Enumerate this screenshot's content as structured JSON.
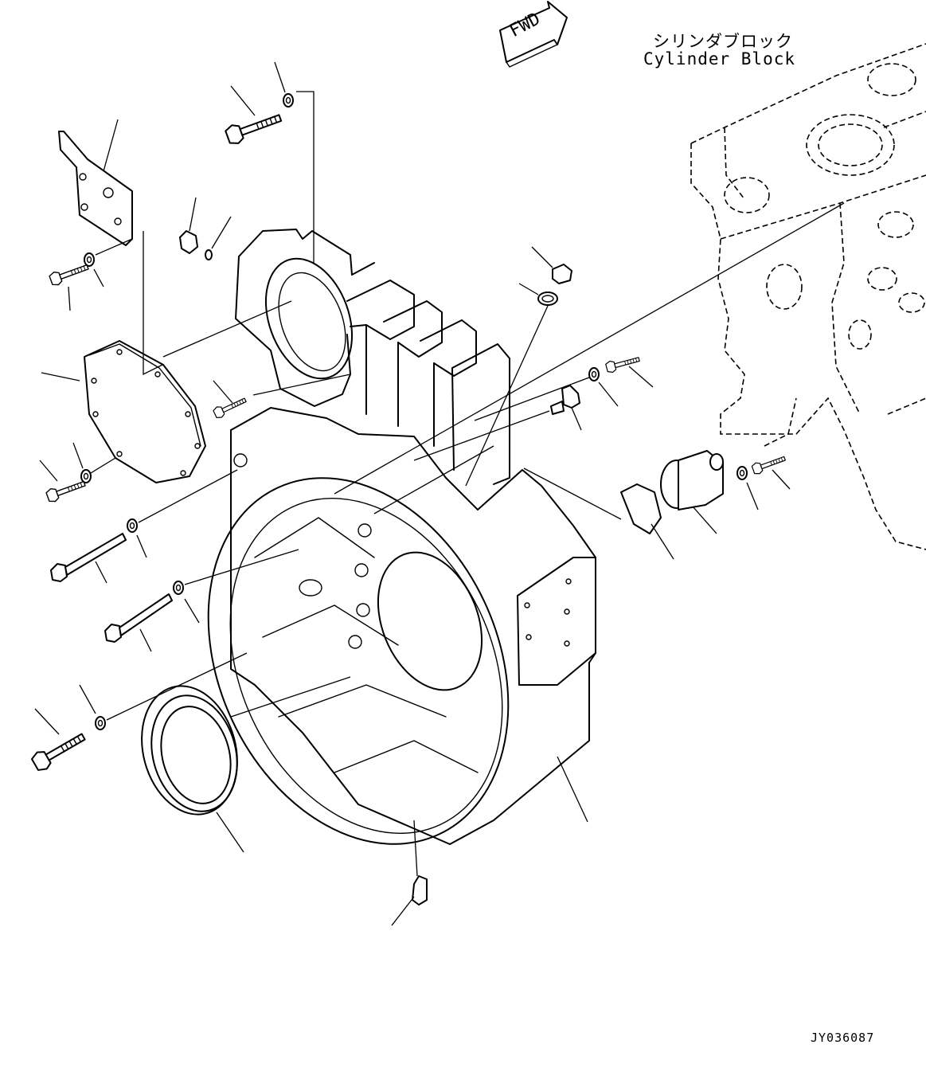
{
  "labels": {
    "fwd": "FWD",
    "cylinder_block_jp": "シリンダブロック",
    "cylinder_block_en": "Cylinder Block",
    "drawing_id": "JY036087"
  },
  "colors": {
    "line": "#000000",
    "background": "#ffffff"
  },
  "icons": {
    "direction": "fwd-arrow-icon"
  }
}
